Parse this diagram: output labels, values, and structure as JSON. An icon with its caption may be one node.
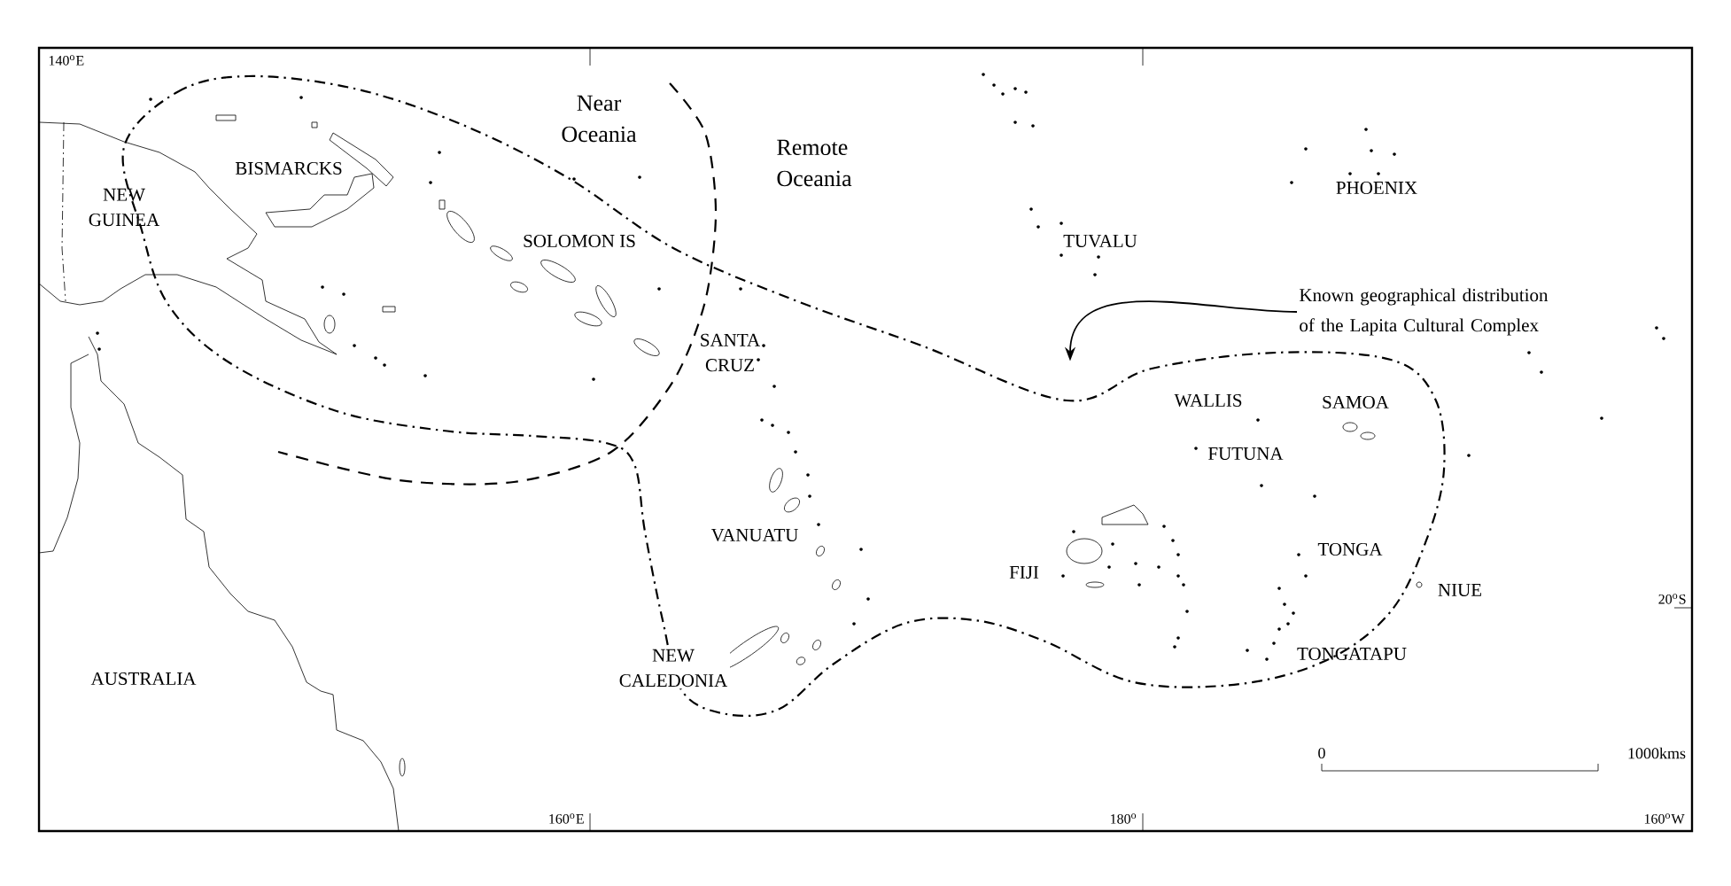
{
  "diagram": {
    "nodes": [
      {
        "text": [
          "Known geographical distribution of the Lapita Cultural Complex"
        ]
      },
      {
        "text": [],
        "shape": "outline"
      }
    ],
    "edges": [
      {
        "from": 0,
        "to": 1,
        "arrow": "to"
      }
    ],
    "labels": [
      "140$^{o}$E",
      "Near Oceania",
      "Remote Oceania",
      "PHOENIX",
      "NEW GUINEA",
      "BISMARCKS",
      "SOLOMON IS",
      "TUVALU",
      "SANTA CRUZ",
      "WALLIS",
      "SAMOA",
      "FUTUNA",
      "VANUATU",
      "TONGA",
      "FIJI",
      "NIUE",
      "20$^{o}$S",
      "NEW CALEDONIA",
      "TONGATAPU",
      "AUSTRALIA",
      "0",
      "1000kms",
      "160$^{o}$E",
      "180$^{o}$",
      "160$^{o}$W"
    ]
  }
}
